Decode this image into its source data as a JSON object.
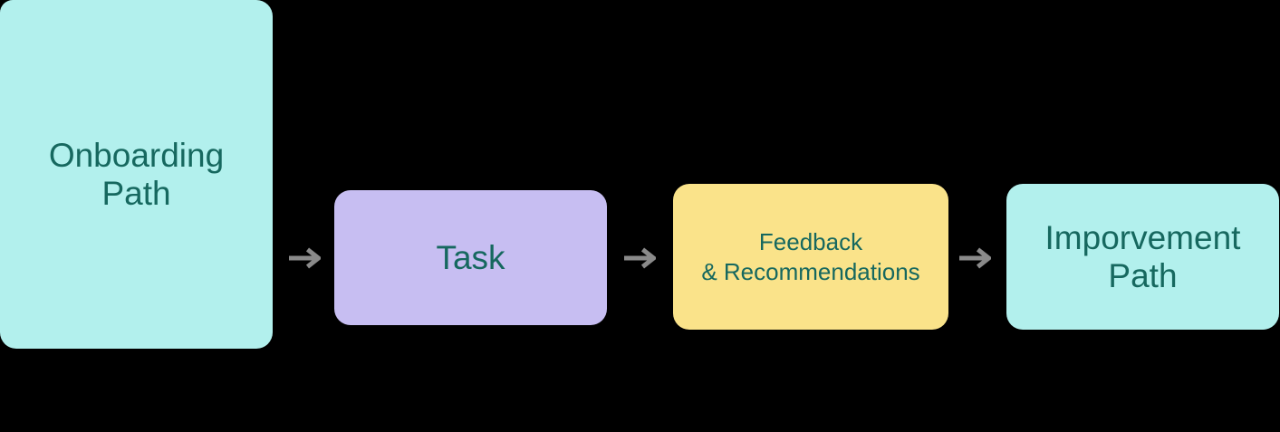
{
  "diagram": {
    "background_color": "#000000",
    "nodes": [
      {
        "id": "onboarding-path",
        "lines": [
          "Onboarding",
          "Path"
        ],
        "fill_color": "#B2F0ED",
        "text_color": "#16685F"
      },
      {
        "id": "task",
        "lines": [
          "Task"
        ],
        "fill_color": "#C7BEF2",
        "text_color": "#16685F"
      },
      {
        "id": "feedback-recommendations",
        "lines": [
          "Feedback",
          "& Recommendations"
        ],
        "fill_color": "#FAE38A",
        "text_color": "#16685F"
      },
      {
        "id": "improvement-path",
        "lines": [
          "Imporvement",
          "Path"
        ],
        "fill_color": "#B2F0ED",
        "text_color": "#16685F"
      }
    ],
    "connectors": [
      {
        "from": "onboarding-path",
        "to": "task",
        "direction": "right",
        "color": "#8A8A8A"
      },
      {
        "from": "task",
        "to": "feedback-recommendations",
        "direction": "right",
        "color": "#8A8A8A"
      },
      {
        "from": "feedback-recommendations",
        "to": "improvement-path",
        "direction": "right",
        "color": "#8A8A8A"
      }
    ]
  }
}
